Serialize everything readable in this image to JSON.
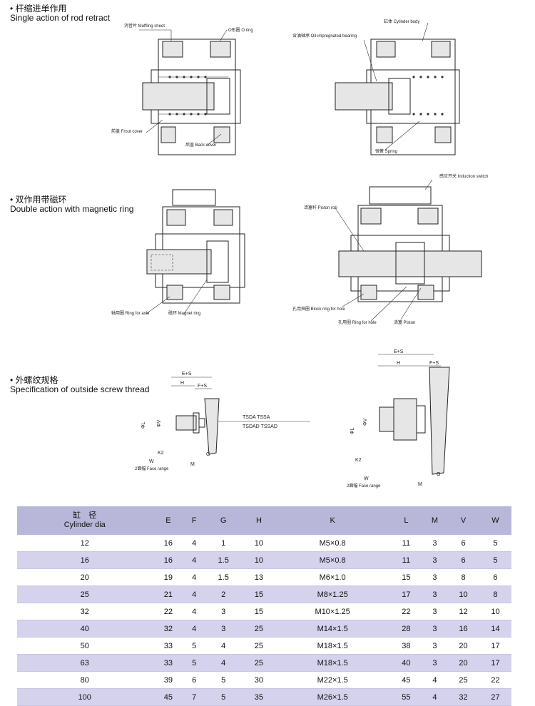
{
  "sections": [
    {
      "bullet": "•",
      "cn": "杆缩进单作用",
      "en": "Single action of rod retract"
    },
    {
      "bullet": "•",
      "cn": "双作用带磁环",
      "en": "Double action with magnetic ring"
    },
    {
      "bullet": "•",
      "cn": "外螺纹规格",
      "en": "Specification of outside screw thread"
    }
  ],
  "labels": {
    "muffling": "消音片 Muffling sheet",
    "oring": "O形圈 O ring",
    "front_cover": "前盖 Frout cover",
    "back_cover": "后盖 Back cover",
    "cylinder_body": "缸体 Cylinder body",
    "oil_bearing": "含油轴承 Oil-impregnated bearing",
    "spring": "弹簧 Spring",
    "ring_axle": "轴用圈 Ring for axle",
    "magnet_ring": "磁环 Magnet ring",
    "induction_switch": "感应开关 Induction switch",
    "piston_rod": "活塞杆 Piston rob",
    "block_ring": "孔用挡圈 Block ring for hole",
    "ring_hole": "孔用圈 Ring for hole",
    "piston": "活塞 Piston",
    "tsda": "TSDA  TSSA",
    "tsdad": "TSDAD  TSSAD",
    "es": "E+S",
    "h": "H",
    "fs": "F+S",
    "g": "G",
    "m": "M",
    "k2": "K2",
    "w": "W",
    "face_range": "2面幅 Face range",
    "phil": "ΦL",
    "phiv": "ΦV"
  },
  "table": {
    "headers": {
      "first_cn": "缸　径",
      "first_en": "Cylinder dia",
      "cols": [
        "E",
        "F",
        "G",
        "H",
        "K",
        "L",
        "M",
        "V",
        "W"
      ]
    },
    "rows": [
      [
        "12",
        "16",
        "4",
        "1",
        "10",
        "M5×0.8",
        "11",
        "3",
        "6",
        "5"
      ],
      [
        "16",
        "16",
        "4",
        "1.5",
        "10",
        "M5×0.8",
        "11",
        "3",
        "6",
        "5"
      ],
      [
        "20",
        "19",
        "4",
        "1.5",
        "13",
        "M6×1.0",
        "15",
        "3",
        "8",
        "6"
      ],
      [
        "25",
        "21",
        "4",
        "2",
        "15",
        "M8×1.25",
        "17",
        "3",
        "10",
        "8"
      ],
      [
        "32",
        "22",
        "4",
        "3",
        "15",
        "M10×1.25",
        "22",
        "3",
        "12",
        "10"
      ],
      [
        "40",
        "32",
        "4",
        "3",
        "25",
        "M14×1.5",
        "28",
        "3",
        "16",
        "14"
      ],
      [
        "50",
        "33",
        "5",
        "4",
        "25",
        "M18×1.5",
        "38",
        "3",
        "20",
        "17"
      ],
      [
        "63",
        "33",
        "5",
        "4",
        "25",
        "M18×1.5",
        "40",
        "3",
        "20",
        "17"
      ],
      [
        "80",
        "39",
        "6",
        "5",
        "30",
        "M22×1.5",
        "45",
        "4",
        "25",
        "22"
      ],
      [
        "100",
        "45",
        "7",
        "5",
        "35",
        "M26×1.5",
        "55",
        "4",
        "32",
        "27"
      ]
    ]
  }
}
